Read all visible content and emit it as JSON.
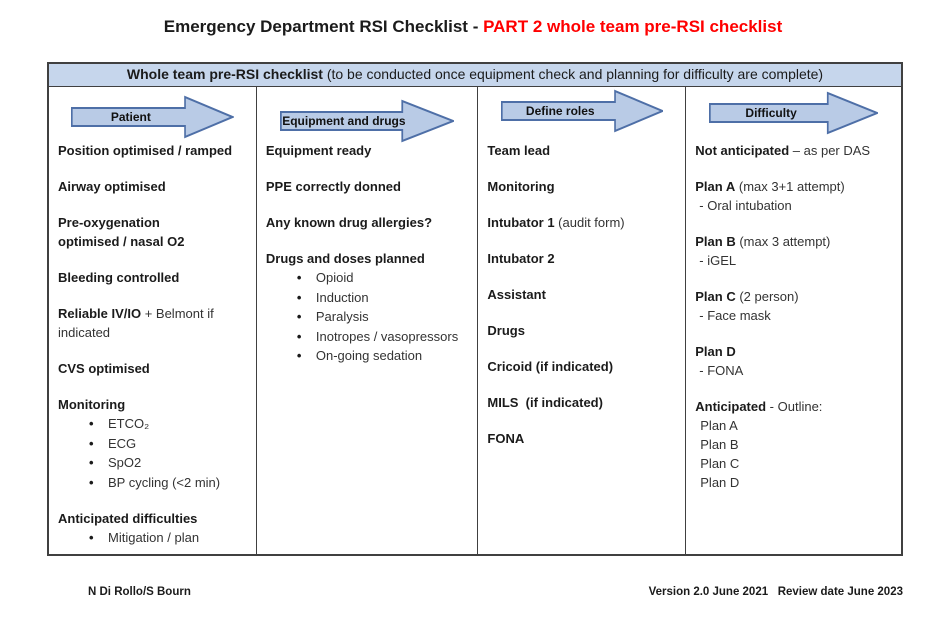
{
  "title": {
    "prefix": "Emergency Department RSI Checklist - ",
    "highlight": "PART 2 whole team pre-RSI checklist"
  },
  "banner": {
    "bold": "Whole team pre-RSI checklist",
    "rest": " (to be conducted once equipment check and planning for difficulty are complete)"
  },
  "col1": {
    "header": "Patient",
    "p1": "Position optimised / ramped",
    "p2": "Airway optimised",
    "p3_l1": "Pre-oxygenation",
    "p3_l2": "optimised / nasal O2",
    "p4": "Bleeding controlled",
    "p5_bold": "Reliable IV/IO",
    "p5_rest": " + Belmont if",
    "p5_l2": "indicated",
    "p6": "CVS optimised",
    "p7": "Monitoring",
    "p7_bullets": [
      "ETCO₂",
      "ECG",
      "SpO2",
      "BP cycling (<2 min)"
    ],
    "p8": "Anticipated difficulties",
    "p8_bullets": [
      "Mitigation / plan"
    ]
  },
  "col2": {
    "header": "Equipment and drugs",
    "p1": "Equipment ready",
    "p2": "PPE correctly donned",
    "p3": "Any known drug allergies?",
    "p4": "Drugs and doses planned",
    "p4_bullets": [
      "Opioid",
      "Induction",
      "Paralysis",
      "Inotropes / vasopressors",
      "On-going sedation"
    ]
  },
  "col3": {
    "header": "Define roles",
    "p1": "Team lead",
    "p2": "Monitoring",
    "p3_bold": "Intubator 1",
    "p3_rest": " (audit form)",
    "p4": "Intubator 2",
    "p5": "Assistant",
    "p6": "Drugs",
    "p7": "Cricoid (if indicated)",
    "p8": "MILS  (if indicated)",
    "p9": "FONA"
  },
  "col4": {
    "header": "Difficulty",
    "g1_bold": "Not anticipated",
    "g1_rest": " – as per DAS",
    "g2_bold": "Plan A",
    "g2_rest": " (max 3+1 attempt)",
    "g2_sub": "- Oral intubation",
    "g3_bold": "Plan B",
    "g3_rest": " (max 3 attempt)",
    "g3_sub": "- iGEL",
    "g4_bold": "Plan C",
    "g4_rest": " (2 person)",
    "g4_sub": "- Face mask",
    "g5_bold": "Plan D",
    "g5_sub": "- FONA",
    "g6_bold": "Anticipated",
    "g6_rest": " - Outline:",
    "g6_lines": [
      "Plan A",
      "Plan B",
      "Plan C",
      "Plan D"
    ]
  },
  "footer": {
    "left": "N Di Rollo/S Bourn",
    "right": "Version 2.0 June 2021   Review date June 2023"
  },
  "colors": {
    "title_red": "#ff0000",
    "banner_bg": "#c6d6ec",
    "arrow_fill": "#b9cbe6",
    "arrow_border": "#4e6fa7",
    "table_border": "#404040",
    "text_dark": "#1b1b1b",
    "text_regular": "#333333"
  }
}
